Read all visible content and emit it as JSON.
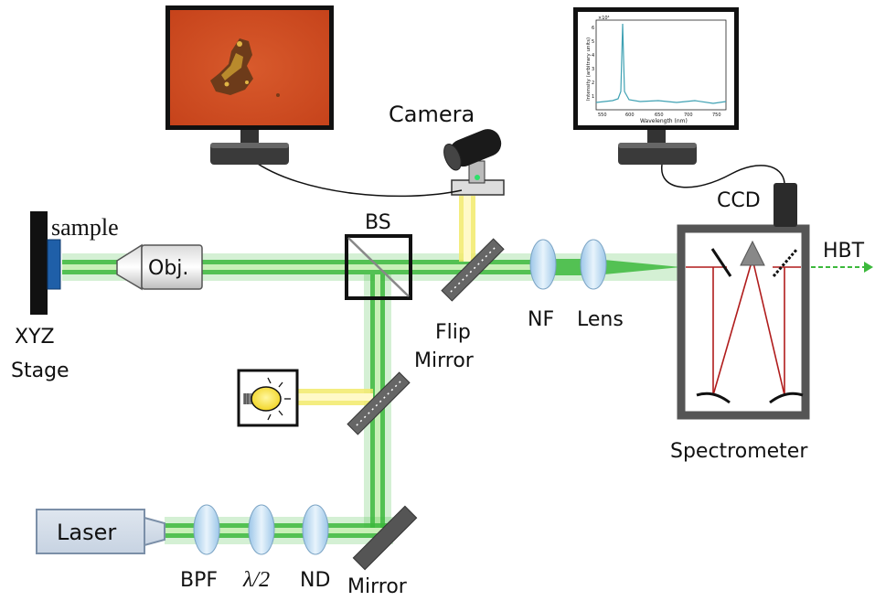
{
  "labels": {
    "sample": "sample",
    "stage_line1": "XYZ",
    "stage_line2": "Stage",
    "objective": "Obj.",
    "beam_splitter": "BS",
    "camera": "Camera",
    "flip_mirror_line1": "Flip",
    "flip_mirror_line2": "Mirror",
    "notch_filter": "NF",
    "lens": "Lens",
    "ccd": "CCD",
    "hbt": "HBT",
    "spectrometer": "Spectrometer",
    "laser": "Laser",
    "bpf": "BPF",
    "half_wave_plate": "λ/2",
    "nd_filter": "ND",
    "mirror": "Mirror"
  },
  "spectrum_plot": {
    "ylabel": "Intensity (arbitrary units)",
    "xlabel": "Wavelength (nm)",
    "x_ticks": [
      "550",
      "600",
      "650",
      "700",
      "750"
    ],
    "y_ticks": [
      "1",
      "2",
      "3",
      "4",
      "5",
      "6"
    ],
    "exponent": "×10⁴"
  },
  "colors": {
    "laser_beam": "#3cb93c",
    "white_light": "#f2ea6a",
    "spectrometer_rays": "#b01c1c",
    "camera_screen": "#d2491f",
    "sample": "#1f5fa8",
    "hbt_arrow": "#3cb93c"
  }
}
